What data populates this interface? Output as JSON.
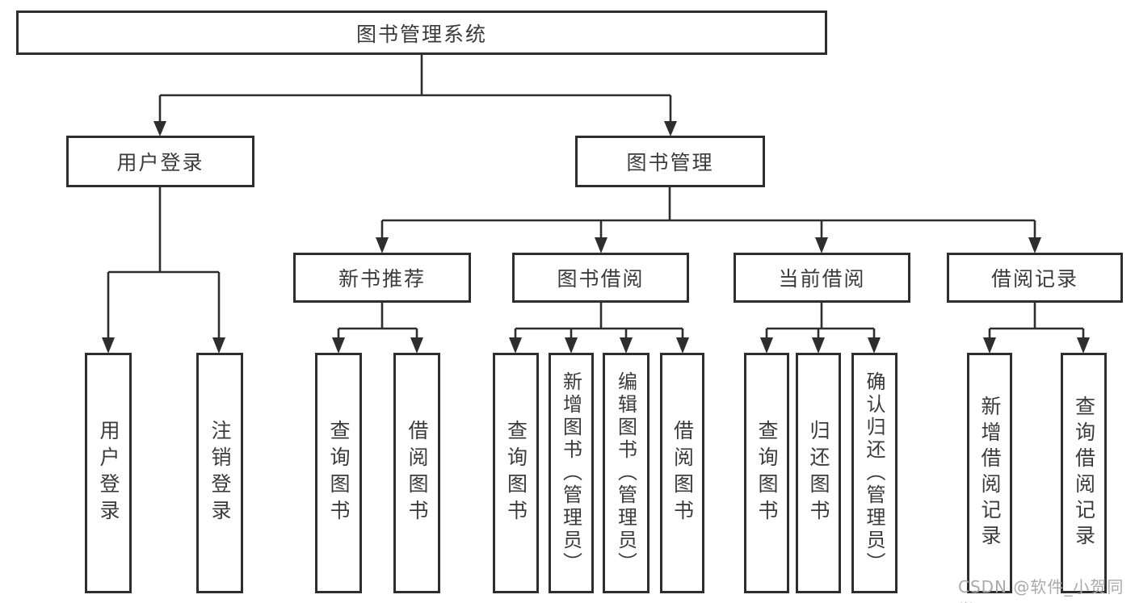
{
  "tree": {
    "root": {
      "label": "图书管理系统"
    },
    "branches": [
      {
        "label": "用户登录",
        "children": [
          {
            "label": "用户登录"
          },
          {
            "label": "注销登录"
          }
        ]
      },
      {
        "label": "图书管理",
        "children": [
          {
            "label": "新书推荐",
            "children": [
              {
                "label": "查询图书"
              },
              {
                "label": "借阅图书"
              }
            ]
          },
          {
            "label": "图书借阅",
            "children": [
              {
                "label": "查询图书"
              },
              {
                "label": "新增图书（管理员）"
              },
              {
                "label": "编辑图书（管理员）"
              },
              {
                "label": "借阅图书"
              }
            ]
          },
          {
            "label": "当前借阅",
            "children": [
              {
                "label": "查询图书"
              },
              {
                "label": "归还图书"
              },
              {
                "label": "确认归还（管理员）"
              }
            ]
          },
          {
            "label": "借阅记录",
            "children": [
              {
                "label": "新增借阅记录"
              },
              {
                "label": "查询借阅记录"
              }
            ]
          }
        ]
      }
    ]
  },
  "watermark": {
    "text": "CSDN @软件_小贺同学"
  },
  "colors": {
    "line": "#2e2e2e",
    "box_border": "#2e2e2e",
    "text": "#3b3b3b",
    "background": "#ffffff",
    "watermark": "#aaaaaa"
  }
}
